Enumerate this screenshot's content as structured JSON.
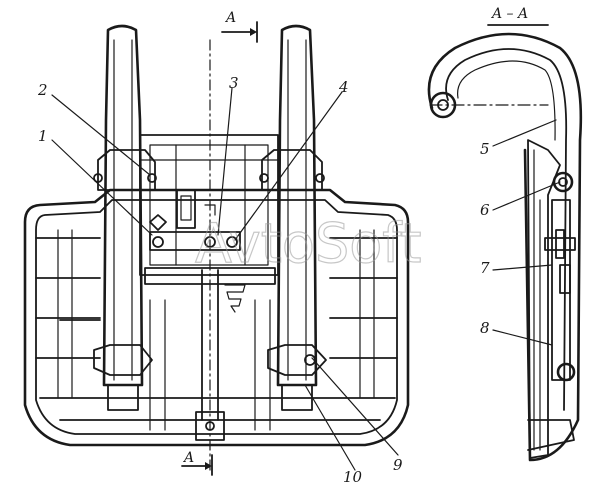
{
  "watermark": "AvtoSoft",
  "section_marks": {
    "top_marker": "A",
    "bottom_marker": "A",
    "section_title": "A – A"
  },
  "callouts": [
    "1",
    "2",
    "3",
    "4",
    "5",
    "6",
    "7",
    "8",
    "9",
    "10"
  ]
}
